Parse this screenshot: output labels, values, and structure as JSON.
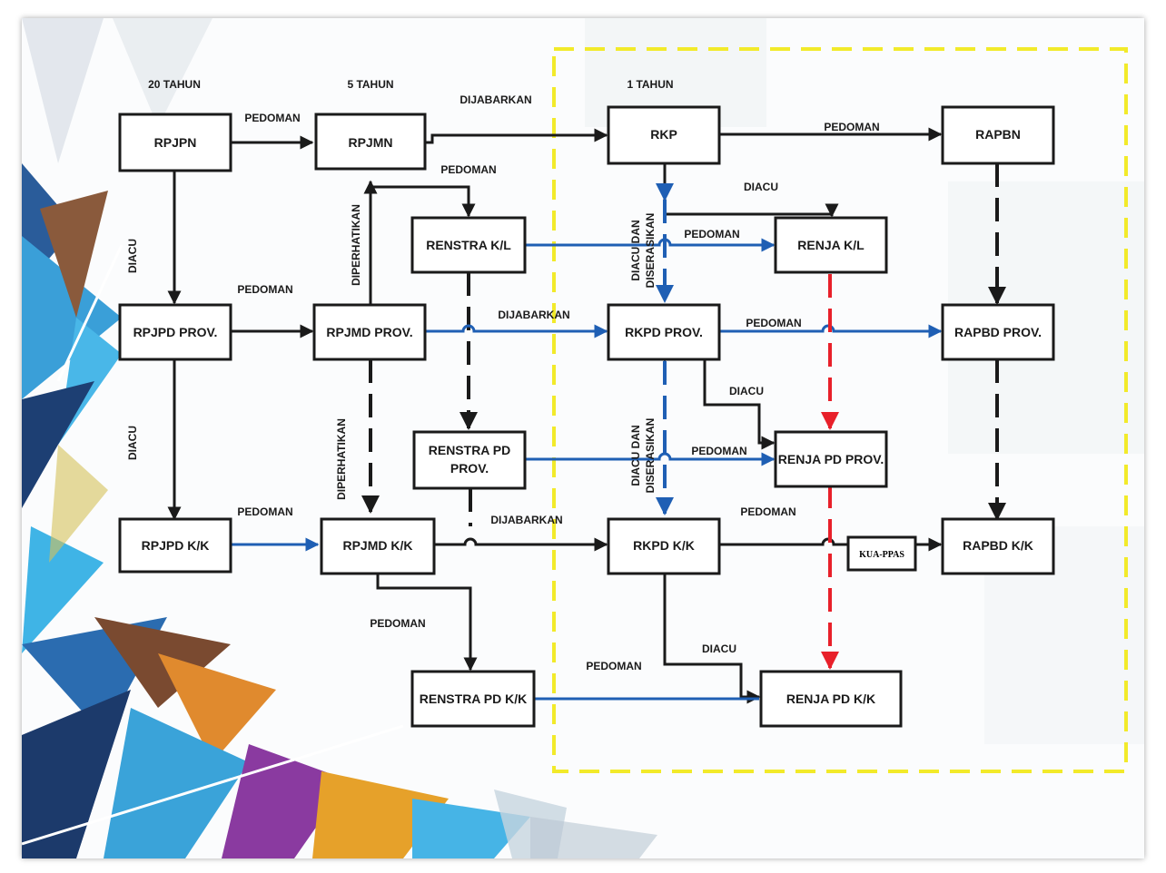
{
  "headers": {
    "h20": "20 TAHUN",
    "h5": "5 TAHUN",
    "h1": "1 TAHUN"
  },
  "boxes": {
    "rpjpn": "RPJPN",
    "rpjmn": "RPJMN",
    "rkp": "RKP",
    "rapbn": "RAPBN",
    "renstra_kl": "RENSTRA K/L",
    "renja_kl": "RENJA K/L",
    "rpjpd_prov": "RPJPD PROV.",
    "rpjmd_prov": "RPJMD PROV.",
    "rkpd_prov": "RKPD PROV.",
    "rapbd_prov": "RAPBD PROV.",
    "renstra_pd_prov_1": "RENSTRA PD",
    "renstra_pd_prov_2": "PROV.",
    "renja_pd_prov": "RENJA PD PROV.",
    "rpjpd_kk": "RPJPD K/K",
    "rpjmd_kk": "RPJMD K/K",
    "rkpd_kk": "RKPD K/K",
    "kua_ppas": "KUA-PPAS",
    "rapbd_kk": "RAPBD K/K",
    "renstra_pd_kk": "RENSTRA PD K/K",
    "renja_pd_kk": "RENJA PD K/K"
  },
  "edge_labels": {
    "pedoman_rpjpn_rpjmn": "PEDOMAN",
    "dijabarkan_rpjmn_rkp": "DIJABARKAN",
    "pedoman_rkp_rapbn": "PEDOMAN",
    "pedoman_rpjmn_renstra": "PEDOMAN",
    "diacu_rkp_renja": "DIACU",
    "pedoman_renstra_renja": "PEDOMAN",
    "diacu_left_top": "DIACU",
    "diperhatikan_top": "DIPERHATIKAN",
    "diacu_diserasikan_top_1": "DIACU DAN",
    "diacu_diserasikan_top_2": "DISERASIKAN",
    "pedoman_rpjpd_rpjmd_prov": "PEDOMAN",
    "dijabarkan_prov": "DIJABARKAN",
    "pedoman_rkpd_rapbd_prov": "PEDOMAN",
    "diacu_rkpd_prov": "DIACU",
    "diacu_left_bottom": "DIACU",
    "diperhatikan_bottom": "DIPERHATIKAN",
    "pedoman_renstra_renja_prov": "PEDOMAN",
    "diacu_diserasikan_bottom_1": "DIACU DAN",
    "diacu_diserasikan_bottom_2": "DISERASIKAN",
    "pedoman_rpjpd_rpjmd_kk": "PEDOMAN",
    "dijabarkan_kk": "DIJABARKAN",
    "pedoman_rkpd_kk": "PEDOMAN",
    "pedoman_rpjmd_renstra_kk": "PEDOMAN",
    "diacu_rkpd_kk": "DIACU",
    "pedoman_renstra_renja_kk": "PEDOMAN"
  },
  "colors": {
    "black_line": "#1a1a1a",
    "blue_line": "#1f5fb4",
    "red_line": "#e8202a",
    "yellow_border": "#f2ea2a"
  }
}
